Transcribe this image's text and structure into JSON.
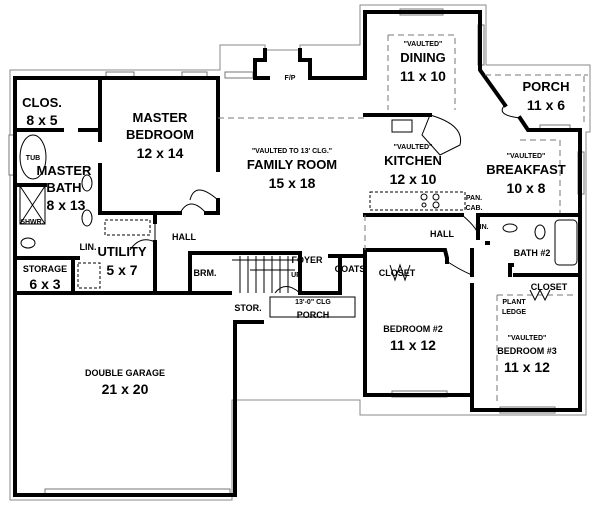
{
  "rooms": {
    "closet_master": {
      "name": "CLOS.",
      "size": "8 x 5"
    },
    "master_bedroom": {
      "name1": "MASTER",
      "name2": "BEDROOM",
      "size": "12 x 14"
    },
    "master_bath": {
      "name1": "MASTER",
      "name2": "BATH",
      "size": "8 x 13"
    },
    "tub": "TUB",
    "shower": "SHWR.",
    "linen_master": "LIN.",
    "storage": {
      "name": "STORAGE",
      "size": "6 x 3"
    },
    "utility": {
      "name": "UTILITY",
      "size": "5 x 7"
    },
    "hall_left": "HALL",
    "broom": "BRM.",
    "fireplace": "F/P",
    "family_room": {
      "note": "\"VAULTED TO 13' CLG.\"",
      "name": "FAMILY ROOM",
      "size": "15 x 18"
    },
    "foyer": "FOYER",
    "stairs_up": "UP",
    "coats": "COATS",
    "stor": "STOR.",
    "front_porch": {
      "note": "13'-0\" CLG",
      "name": "PORCH"
    },
    "dining": {
      "note": "\"VAULTED\"",
      "name": "DINING",
      "size": "11 x 10"
    },
    "porch": {
      "name": "PORCH",
      "size": "11 x 6"
    },
    "kitchen": {
      "note": "\"VAULTED\"",
      "name": "KITCHEN",
      "size": "12 x 10"
    },
    "breakfast": {
      "note": "\"VAULTED\"",
      "name": "BREAKFAST",
      "size": "10 x 8"
    },
    "pantry": {
      "line1": "PAN.",
      "line2": "CAB."
    },
    "hall_right": "HALL",
    "linen_right": "LIN.",
    "bath2": "BATH #2",
    "closet_bed2": "CLOSET",
    "closet_bed3": "CLOSET",
    "plant_ledge": {
      "line1": "PLANT",
      "line2": "LEDGE"
    },
    "bedroom2": {
      "name": "BEDROOM #2",
      "size": "11 x 12"
    },
    "bedroom3": {
      "note": "\"VAULTED\"",
      "name": "BEDROOM #3",
      "size": "11 x 12"
    },
    "garage": {
      "name": "DOUBLE GARAGE",
      "size": "21 x 20"
    }
  }
}
